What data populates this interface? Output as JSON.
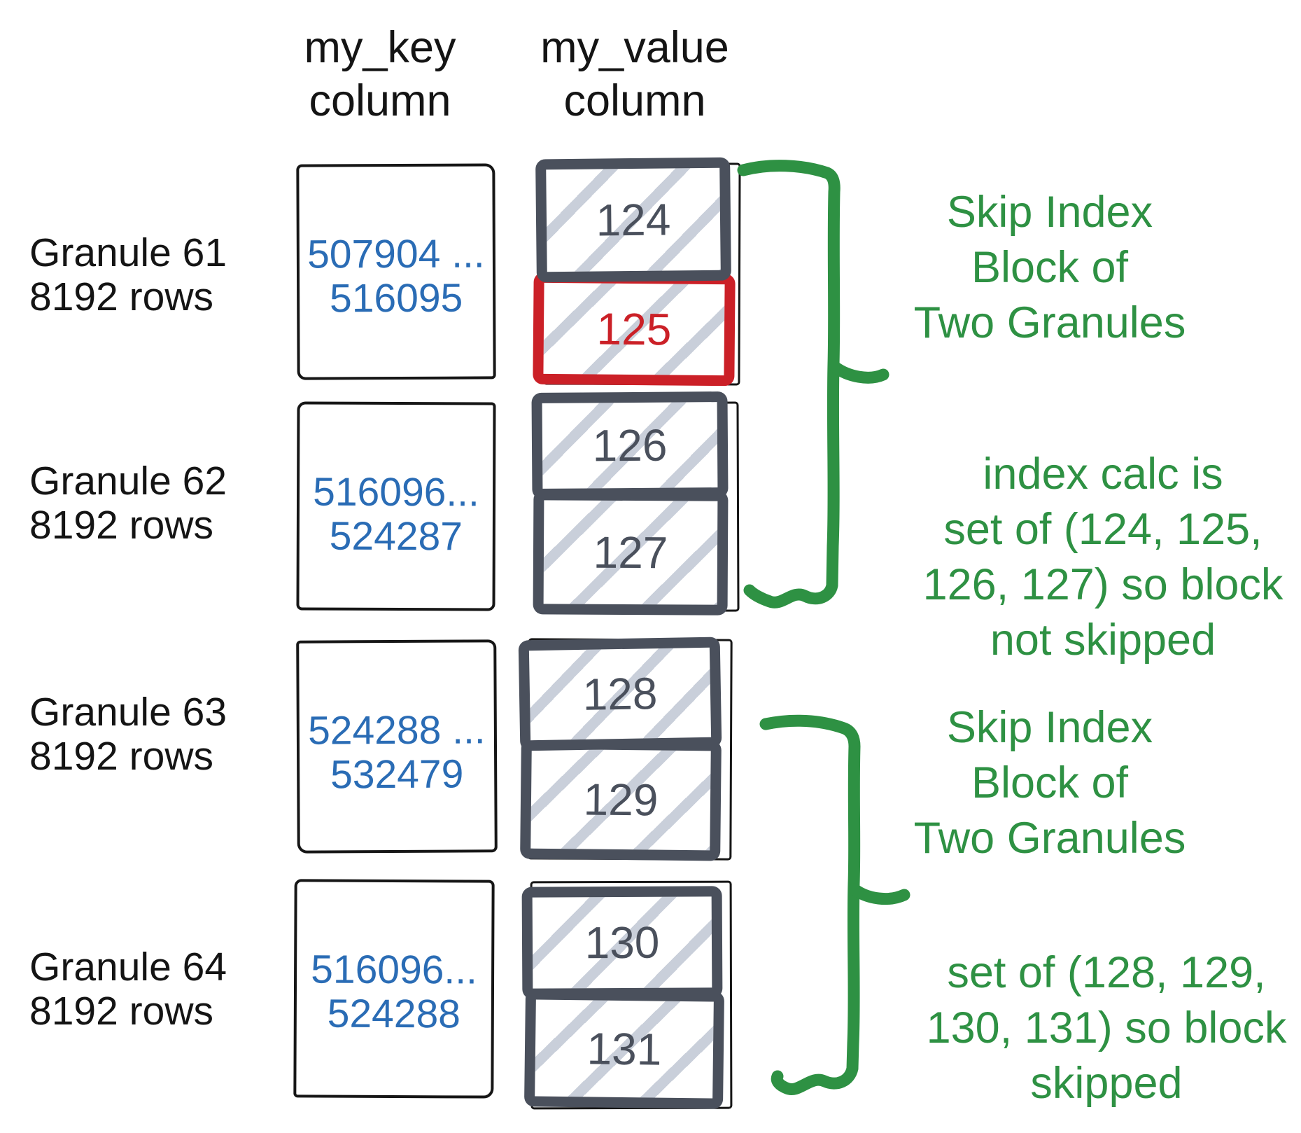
{
  "headers": {
    "key": [
      "my_key",
      "column"
    ],
    "value": [
      "my_value",
      "column"
    ]
  },
  "granules": [
    {
      "label_line1": "Granule 61",
      "label_line2": "8192 rows",
      "key_min": "507904 ...",
      "key_max": "516095",
      "blocks": [
        {
          "value": "124"
        },
        {
          "value": "125",
          "highlighted": true
        }
      ]
    },
    {
      "label_line1": "Granule 62",
      "label_line2": "8192 rows",
      "key_min": "516096...",
      "key_max": "524287",
      "blocks": [
        {
          "value": "126"
        },
        {
          "value": "127"
        }
      ]
    },
    {
      "label_line1": "Granule 63",
      "label_line2": "8192 rows",
      "key_min": "524288 ...",
      "key_max": "532479",
      "blocks": [
        {
          "value": "128"
        },
        {
          "value": "129"
        }
      ]
    },
    {
      "label_line1": "Granule 64",
      "label_line2": "8192 rows",
      "key_min": "516096...",
      "key_max": "524288",
      "blocks": [
        {
          "value": "130"
        },
        {
          "value": "131"
        }
      ]
    }
  ],
  "annotations": [
    {
      "lines": [
        "Skip Index",
        "Block of",
        "Two Granules"
      ]
    },
    {
      "lines": [
        "index calc is",
        "set of (124, 125,",
        "126, 127) so block",
        "not skipped"
      ]
    },
    {
      "lines": [
        "Skip Index",
        "Block of",
        "Two Granules"
      ]
    },
    {
      "lines": [
        "set of (128, 129,",
        "130, 131) so block",
        "skipped"
      ]
    }
  ],
  "colors": {
    "key_text_blue": "#2a6cb5",
    "annotation_green": "#2e9143",
    "block_border_slate": "#4a505c",
    "highlight_red": "#cb2027",
    "hatch_gray": "#c9cfda",
    "ink_black": "#161616"
  }
}
